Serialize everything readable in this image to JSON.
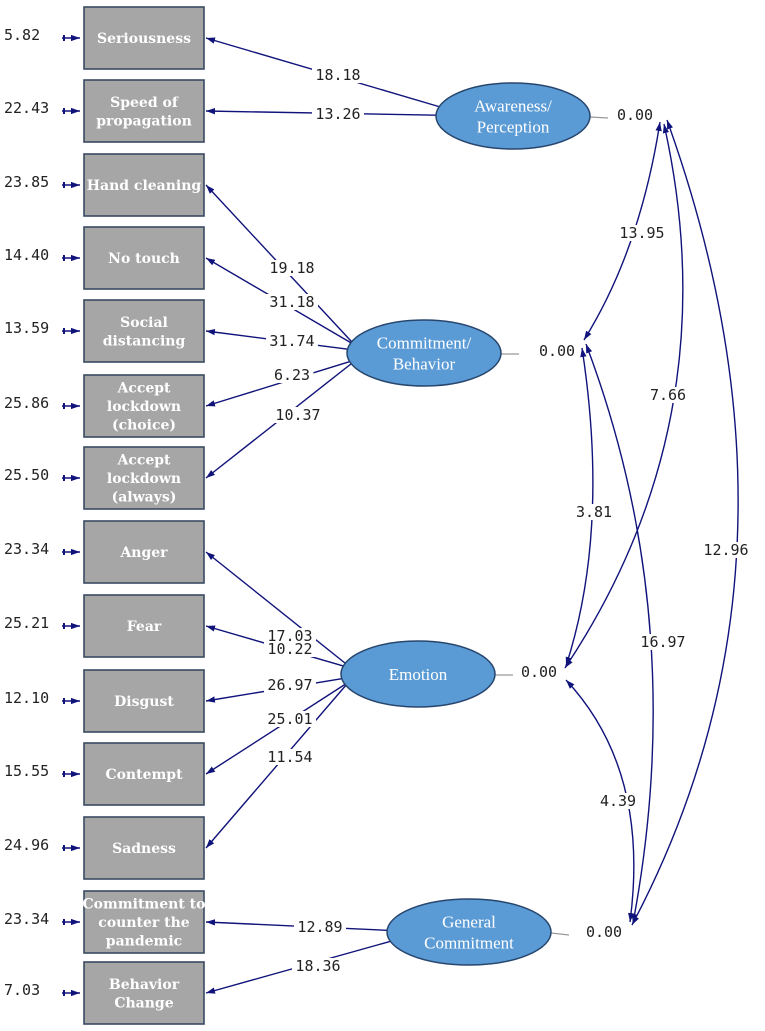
{
  "observed": [
    {
      "id": "seriousness",
      "lines": [
        "Seriousness"
      ],
      "error": "5.82"
    },
    {
      "id": "speed",
      "lines": [
        "Speed of",
        "propagation"
      ],
      "error": "22.43"
    },
    {
      "id": "hand-cleaning",
      "lines": [
        "Hand cleaning"
      ],
      "error": "23.85"
    },
    {
      "id": "no-touch",
      "lines": [
        "No touch"
      ],
      "error": "14.40"
    },
    {
      "id": "social-distancing",
      "lines": [
        "Social",
        "distancing"
      ],
      "error": "13.59"
    },
    {
      "id": "lockdown-choice",
      "lines": [
        "Accept",
        "lockdown",
        "(choice)"
      ],
      "error": "25.86"
    },
    {
      "id": "lockdown-always",
      "lines": [
        "Accept",
        "lockdown",
        "(always)"
      ],
      "error": "25.50"
    },
    {
      "id": "anger",
      "lines": [
        "Anger"
      ],
      "error": "23.34"
    },
    {
      "id": "fear",
      "lines": [
        "Fear"
      ],
      "error": "25.21"
    },
    {
      "id": "disgust",
      "lines": [
        "Disgust"
      ],
      "error": "12.10"
    },
    {
      "id": "contempt",
      "lines": [
        "Contempt"
      ],
      "error": "15.55"
    },
    {
      "id": "sadness",
      "lines": [
        "Sadness"
      ],
      "error": "24.96"
    },
    {
      "id": "commitment-counter",
      "lines": [
        "Commitment to",
        "counter the",
        "pandemic"
      ],
      "error": "23.34"
    },
    {
      "id": "behavior-change",
      "lines": [
        "Behavior",
        "Change"
      ],
      "error": "7.03"
    }
  ],
  "latent": [
    {
      "id": "awareness",
      "lines": [
        "Awareness/",
        "Perception"
      ],
      "variance": "0.00"
    },
    {
      "id": "commitment-behavior",
      "lines": [
        "Commitment/",
        "Behavior"
      ],
      "variance": "0.00"
    },
    {
      "id": "emotion",
      "lines": [
        "Emotion"
      ],
      "variance": "0.00"
    },
    {
      "id": "general-commitment",
      "lines": [
        "General",
        "Commitment"
      ],
      "variance": "0.00"
    }
  ],
  "loadings": [
    {
      "from": "awareness",
      "to": "seriousness",
      "value": "18.18"
    },
    {
      "from": "awareness",
      "to": "speed",
      "value": "13.26"
    },
    {
      "from": "commitment-behavior",
      "to": "hand-cleaning",
      "value": "19.18"
    },
    {
      "from": "commitment-behavior",
      "to": "no-touch",
      "value": "31.18"
    },
    {
      "from": "commitment-behavior",
      "to": "social-distancing",
      "value": "31.74"
    },
    {
      "from": "commitment-behavior",
      "to": "lockdown-choice",
      "value": "6.23"
    },
    {
      "from": "commitment-behavior",
      "to": "lockdown-always",
      "value": "10.37"
    },
    {
      "from": "emotion",
      "to": "anger",
      "value": "17.03"
    },
    {
      "from": "emotion",
      "to": "fear",
      "value": "10.22"
    },
    {
      "from": "emotion",
      "to": "disgust",
      "value": "26.97"
    },
    {
      "from": "emotion",
      "to": "contempt",
      "value": "25.01"
    },
    {
      "from": "emotion",
      "to": "sadness",
      "value": "11.54"
    },
    {
      "from": "general-commitment",
      "to": "commitment-counter",
      "value": "12.89"
    },
    {
      "from": "general-commitment",
      "to": "behavior-change",
      "value": "18.36"
    }
  ],
  "covariances": [
    {
      "from": "awareness",
      "to": "commitment-behavior",
      "value": "13.95"
    },
    {
      "from": "awareness",
      "to": "emotion",
      "value": "7.66"
    },
    {
      "from": "awareness",
      "to": "general-commitment",
      "value": "12.96"
    },
    {
      "from": "commitment-behavior",
      "to": "emotion",
      "value": "3.81"
    },
    {
      "from": "commitment-behavior",
      "to": "general-commitment",
      "value": "16.97"
    },
    {
      "from": "emotion",
      "to": "general-commitment",
      "value": "4.39"
    }
  ],
  "colors": {
    "latent_fill": "#5b9bd5",
    "box_fill": "#a6a6a6",
    "arrow": "#10137a"
  }
}
